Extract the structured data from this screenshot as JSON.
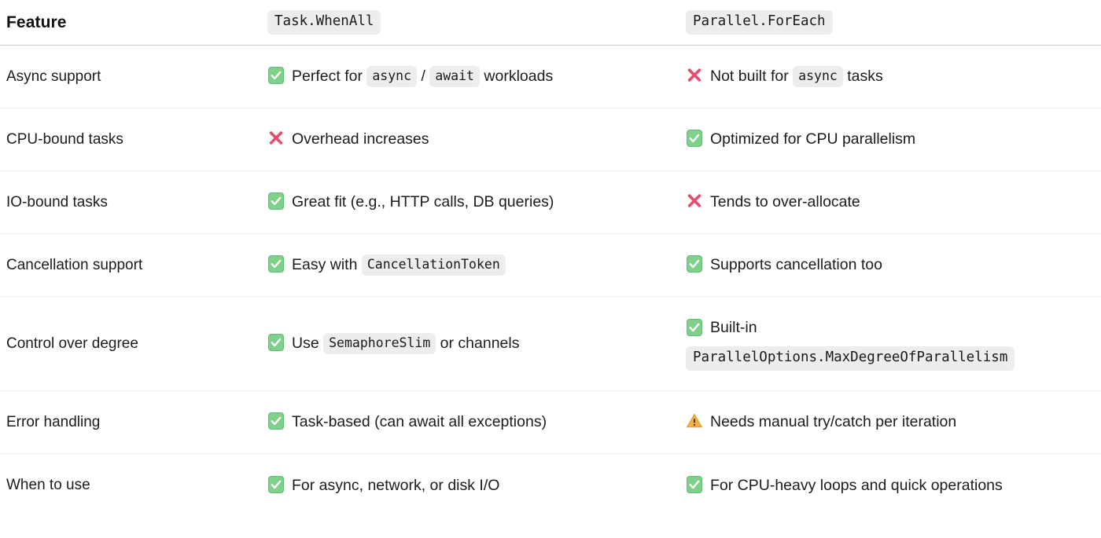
{
  "table": {
    "columns": [
      {
        "id": "feature",
        "label": "Feature",
        "type": "text"
      },
      {
        "id": "task_whenall",
        "label": "Task.WhenAll",
        "type": "code"
      },
      {
        "id": "parallel_foreach",
        "label": "Parallel.ForEach",
        "type": "code"
      }
    ],
    "rows": [
      {
        "feature": "Async support",
        "a": {
          "icon": "check-mark-icon",
          "parts": [
            {
              "kind": "text",
              "value": "Perfect for "
            },
            {
              "kind": "code",
              "value": "async"
            },
            {
              "kind": "text",
              "value": " / "
            },
            {
              "kind": "code",
              "value": "await"
            },
            {
              "kind": "text",
              "value": " workloads"
            }
          ]
        },
        "b": {
          "icon": "cross-mark-icon",
          "parts": [
            {
              "kind": "text",
              "value": "Not built for "
            },
            {
              "kind": "code",
              "value": "async"
            },
            {
              "kind": "text",
              "value": " tasks"
            }
          ]
        }
      },
      {
        "feature": "CPU-bound tasks",
        "a": {
          "icon": "cross-mark-icon",
          "parts": [
            {
              "kind": "text",
              "value": "Overhead increases"
            }
          ]
        },
        "b": {
          "icon": "check-mark-icon",
          "parts": [
            {
              "kind": "text",
              "value": "Optimized for CPU parallelism"
            }
          ]
        }
      },
      {
        "feature": "IO-bound tasks",
        "a": {
          "icon": "check-mark-icon",
          "parts": [
            {
              "kind": "text",
              "value": "Great fit (e.g., HTTP calls, DB queries)"
            }
          ]
        },
        "b": {
          "icon": "cross-mark-icon",
          "parts": [
            {
              "kind": "text",
              "value": "Tends to over-allocate"
            }
          ]
        }
      },
      {
        "feature": "Cancellation support",
        "a": {
          "icon": "check-mark-icon",
          "parts": [
            {
              "kind": "text",
              "value": "Easy with "
            },
            {
              "kind": "code",
              "value": "CancellationToken"
            }
          ]
        },
        "b": {
          "icon": "check-mark-icon",
          "parts": [
            {
              "kind": "text",
              "value": "Supports cancellation too"
            }
          ]
        }
      },
      {
        "feature": "Control over degree",
        "a": {
          "icon": "check-mark-icon",
          "parts": [
            {
              "kind": "text",
              "value": "Use "
            },
            {
              "kind": "code",
              "value": "SemaphoreSlim"
            },
            {
              "kind": "text",
              "value": " or channels"
            }
          ]
        },
        "b": {
          "icon": "check-mark-icon",
          "parts": [
            {
              "kind": "text",
              "value": "Built-in"
            }
          ],
          "second_line": {
            "kind": "code",
            "value": "ParallelOptions.MaxDegreeOfParallelism"
          }
        }
      },
      {
        "feature": "Error handling",
        "a": {
          "icon": "check-mark-icon",
          "parts": [
            {
              "kind": "text",
              "value": "Task-based (can await all exceptions)"
            }
          ]
        },
        "b": {
          "icon": "warning-icon",
          "parts": [
            {
              "kind": "text",
              "value": "Needs manual try/catch per iteration"
            }
          ]
        }
      },
      {
        "feature": "When to use",
        "a": {
          "icon": "check-mark-icon",
          "parts": [
            {
              "kind": "text",
              "value": "For async, network, or disk I/O"
            }
          ]
        },
        "b": {
          "icon": "check-mark-icon",
          "parts": [
            {
              "kind": "text",
              "value": "For CPU-heavy loops and quick operations"
            }
          ]
        }
      }
    ]
  },
  "colors": {
    "check_green": "#7FD08A",
    "check_green_border": "#5FBF72",
    "cross_pink": "#E34D70",
    "warning_amber": "#F0B04C",
    "warning_amber_dark": "#E29A2D",
    "chip_background": "#ededed",
    "header_divider": "#c9c9c9",
    "row_divider": "#eeeeee",
    "text": "#1c1c1c",
    "background": "#ffffff"
  }
}
